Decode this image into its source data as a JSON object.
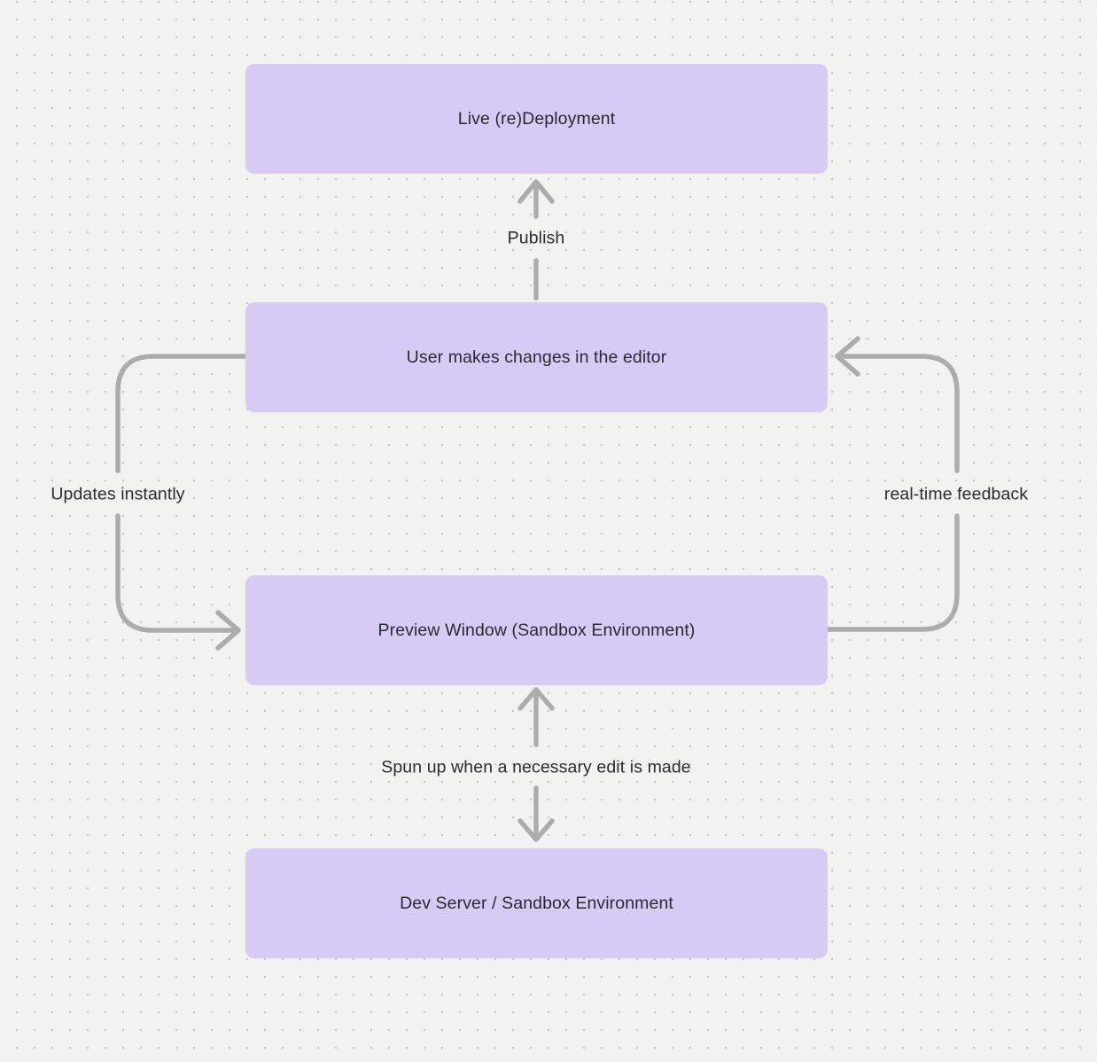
{
  "diagram": {
    "type": "flowchart",
    "background": "dotted-grid"
  },
  "colors": {
    "canvas_bg": "#f2f2f1",
    "dot_color": "#c6c6c6",
    "node_fill": "#d7cbf6",
    "node_text": "#2a2930",
    "label_text": "#2c2b31",
    "arrow_color": "#acacac"
  },
  "nodes": [
    {
      "id": "live-redeployment",
      "label": "Live (re)Deployment"
    },
    {
      "id": "user-editor",
      "label": "User makes changes in the editor"
    },
    {
      "id": "preview-window",
      "label": "Preview Window (Sandbox Environment)"
    },
    {
      "id": "dev-server",
      "label": "Dev Server / Sandbox Environment"
    }
  ],
  "edges": [
    {
      "from": "user-editor",
      "to": "live-redeployment",
      "label": "Publish",
      "direction": "up"
    },
    {
      "from": "user-editor",
      "to": "preview-window",
      "label": "Updates instantly",
      "direction": "left-loop-down"
    },
    {
      "from": "preview-window",
      "to": "user-editor",
      "label": "real-time feedback",
      "direction": "right-loop-up"
    },
    {
      "from": "preview-window",
      "to": "dev-server",
      "label": "Spun up when a necessary edit is made",
      "direction": "bidirectional-vertical"
    }
  ]
}
